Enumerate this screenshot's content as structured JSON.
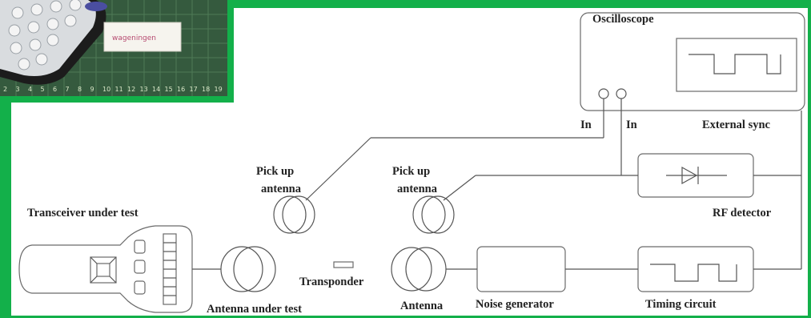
{
  "colors": {
    "frame": "#13b04a",
    "background": "#ffffff",
    "lines": "#555555"
  },
  "inset_photo": {
    "description_icon": "remote-keyfob-photo-icon",
    "ruler_numbers": [
      "2",
      "3",
      "4",
      "5",
      "6",
      "7",
      "8",
      "9",
      "10",
      "11",
      "12",
      "13",
      "14",
      "15",
      "16",
      "17",
      "18",
      "19"
    ],
    "tag_text": "wageningen"
  },
  "labels": {
    "oscilloscope": "Oscilloscope",
    "in_1": "In",
    "in_2": "In",
    "external_sync": "External sync",
    "rf_detector": "RF detector",
    "pickup_1_line1": "Pick up",
    "pickup_1_line2": "antenna",
    "pickup_2_line1": "Pick up",
    "pickup_2_line2": "antenna",
    "transceiver": "Transceiver under test",
    "antenna_under_test": "Antenna under test",
    "transponder": "Transponder",
    "antenna": "Antenna",
    "noise_generator": "Noise generator",
    "timing_circuit": "Timing circuit"
  }
}
